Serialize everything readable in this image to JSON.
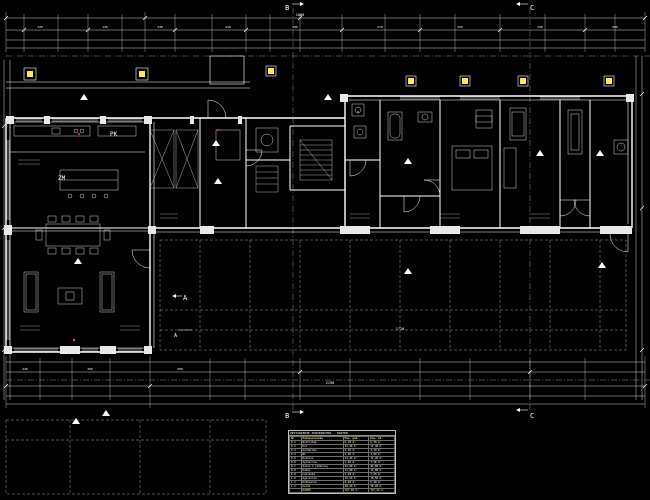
{
  "drawing": {
    "background": "#000000",
    "colors": {
      "wall": "#ffffff",
      "dimension": "#d0d0d0",
      "grid": "#9a9a9a",
      "furniture": "#c8c8c8",
      "hatch": "#e8e8e8",
      "accent_yellow": "#ffe45c",
      "accent_red": "#ff4040"
    },
    "axis_markers": {
      "top": [
        "B",
        "C"
      ],
      "bottom": [
        "B",
        "C"
      ]
    },
    "section_markers": [
      "A",
      "A"
    ],
    "room_tags": [
      "PK",
      "ZM"
    ],
    "overall_dimensions": [
      "1800",
      "2190",
      "1720"
    ],
    "partial_dimensions": [
      "320",
      "120",
      "330",
      "410",
      "290",
      "370",
      "250",
      "340",
      "600",
      "420",
      "360",
      "480"
    ]
  },
  "area_table": {
    "title": "ZESTAWIENIE POWIERZCHNI - PARTER",
    "headers": [
      "Nr",
      "Pomieszczenie",
      "Pow. pod.",
      "Pow. uż."
    ],
    "rows": [
      [
        "0.1",
        "Wiatrołap",
        "6,30 m²",
        "6,30 m²"
      ],
      [
        "0.2",
        "Hol",
        "12,40 m²",
        "12,40 m²"
      ],
      [
        "0.3",
        "Garderoba",
        "4,10 m²",
        "4,10 m²"
      ],
      [
        "0.4",
        "WC",
        "2,90 m²",
        "2,90 m²"
      ],
      [
        "0.5",
        "Kuchnia",
        "14,20 m²",
        "14,20 m²"
      ],
      [
        "0.6",
        "Spiżarnia",
        "3,30 m²",
        "3,30 m²"
      ],
      [
        "0.7",
        "Salon z jadalnią",
        "42,60 m²",
        "42,60 m²"
      ],
      [
        "0.8",
        "Pokój",
        "13,80 m²",
        "13,80 m²"
      ],
      [
        "0.9",
        "Łazienka",
        "7,20 m²",
        "7,20 m²"
      ],
      [
        "1.0",
        "Sypialnia",
        "16,50 m²",
        "16,50 m²"
      ],
      [
        "1.1",
        "Kotłownia",
        "6,40 m²",
        "6,40 m²"
      ],
      [
        "1.2",
        "Garaż",
        "38,20 m²",
        "38,20 m²"
      ]
    ],
    "total": [
      "",
      "RAZEM",
      "167,90 m²",
      "167,90 m²"
    ]
  }
}
